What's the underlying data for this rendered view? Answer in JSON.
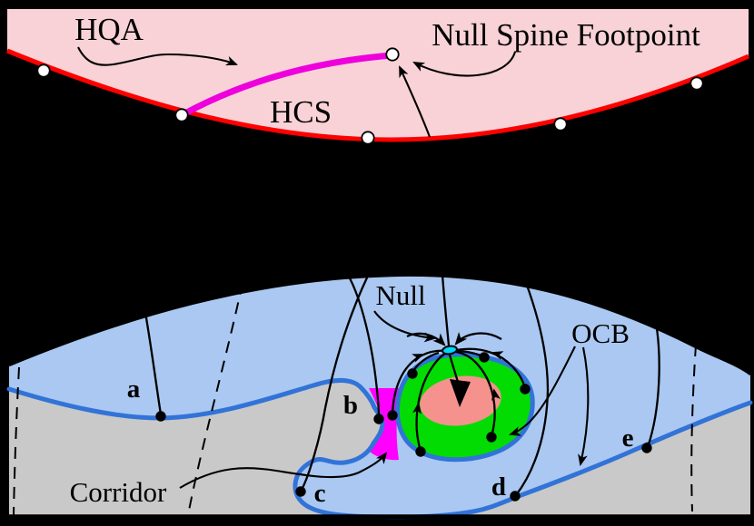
{
  "top_panel": {
    "hqa_label": "HQA",
    "hcs_label": "HCS",
    "null_spine_footpoint_label": "Null Spine Footpoint"
  },
  "bottom_panel": {
    "null_label": "Null",
    "ocb_label": "OCB",
    "corridor_label": "Corridor",
    "footpoint_labels": {
      "a": "a",
      "b": "b",
      "c": "c",
      "d": "d",
      "e": "e"
    }
  },
  "colors": {
    "background": "#000000",
    "helmet_pink": "#f8d2d6",
    "hcs_red": "#fe0000",
    "hqa_magenta": "#ee00dd",
    "open_field_blue": "#aac8f1",
    "ocb_blue": "#3273d8",
    "closed_field_gray": "#c9c9c9",
    "parasitic_green": "#02dc02",
    "polarity_salmon": "#f5928e",
    "corridor_magenta": "#ff00fe",
    "null_cyan": "#00d8f8"
  }
}
